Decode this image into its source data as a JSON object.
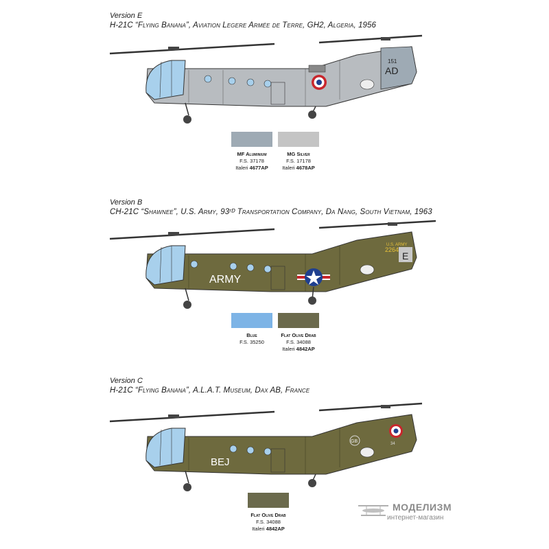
{
  "versions": [
    {
      "label": "Version E",
      "title": "H-21C “Flying Banana”, Aviation Legere Armée de Terre, GH2, Algeria, 1956",
      "markings": {
        "tail_number": "151",
        "tail_code": "AD"
      },
      "colors": {
        "fuselage": "#b8bcc0",
        "tail": "#9eaab4"
      },
      "swatches": [
        {
          "name": "MF Aluminium",
          "fs": "F.S. 37178",
          "brand": "Italeri",
          "code": "4677AP",
          "color": "#9eaab4"
        },
        {
          "name": "MG Silver",
          "fs": "F.S. 17178",
          "brand": "Italeri",
          "code": "4678AP",
          "color": "#c4c4c4"
        }
      ]
    },
    {
      "label": "Version B",
      "title": "CH-21C “Shawnee”, U.S. Army, 93ʳᴰ Transportation Company, Da Nang, South Vietnam, 1963",
      "markings": {
        "fuselage_text": "ARMY",
        "tail_text_1": "U.S. ARMY",
        "tail_text_2": "22642",
        "tail_code": "E"
      },
      "colors": {
        "fuselage": "#6e6a3e"
      },
      "swatches": [
        {
          "name": "Blue",
          "fs": "F.S. 35250",
          "brand": "",
          "code": "",
          "color": "#7db4e6"
        },
        {
          "name": "Flat Olive Drab",
          "fs": "F.S. 34088",
          "brand": "Italeri",
          "code": "4842AP",
          "color": "#6b6a4c"
        }
      ]
    },
    {
      "label": "Version C",
      "title": "H-21C “Flying Banana”, A.L.A.T. Museum, Dax AB, France",
      "markings": {
        "fuselage_text": "BEJ",
        "tail_code": "GB",
        "tail_number": "34"
      },
      "colors": {
        "fuselage": "#6e6a3e"
      },
      "swatches": [
        {
          "name": "Flat Olive Drab",
          "fs": "F.S. 34088",
          "brand": "Italeri",
          "code": "4842AP",
          "color": "#6b6a4c"
        }
      ]
    }
  ],
  "watermark": {
    "title": "МОДЕЛИЗМ",
    "subtitle": "интернет-магазин"
  }
}
